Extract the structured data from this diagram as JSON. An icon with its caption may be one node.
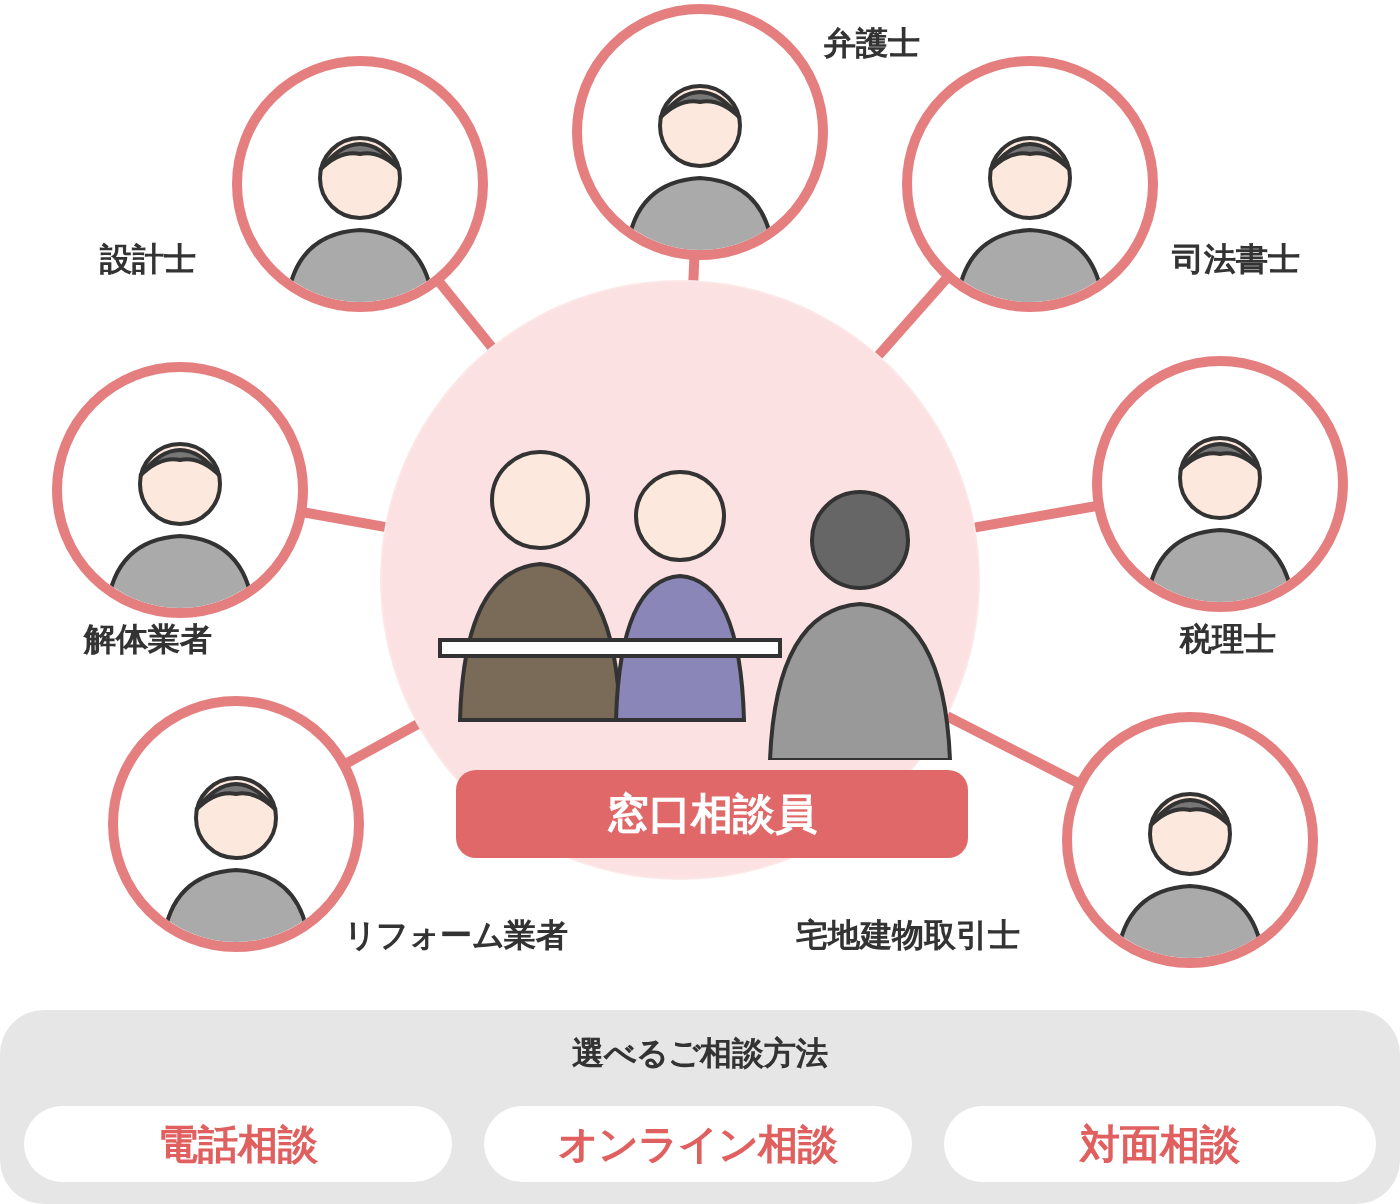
{
  "diagram": {
    "nodes": [
      {
        "text": [
          "窓口相談員"
        ]
      },
      {
        "text": [],
        "shape": "person",
        "beside": [
          "設計士"
        ]
      },
      {
        "text": [],
        "shape": "person",
        "beside": [
          "弁護士"
        ]
      },
      {
        "text": [],
        "shape": "person",
        "beside": [
          "司法書士"
        ]
      },
      {
        "text": [],
        "shape": "person",
        "beside": [
          "解体業者"
        ]
      },
      {
        "text": [],
        "shape": "person",
        "beside": [
          "税理士"
        ]
      },
      {
        "text": [],
        "shape": "person",
        "beside": [
          "リフォーム業者"
        ]
      },
      {
        "text": [],
        "shape": "person",
        "beside": [
          "宅地建物取引士"
        ]
      },
      {
        "text": [
          "選べるご相談方法"
        ]
      },
      {
        "text": [
          "電話相談"
        ],
        "in": 8
      },
      {
        "text": [
          "オンライン相談"
        ],
        "in": 8
      },
      {
        "text": [
          "対面相談"
        ],
        "in": 8
      }
    ],
    "edges": [
      {
        "from": 0,
        "to": 1,
        "arrow": "none"
      },
      {
        "from": 0,
        "to": 2,
        "arrow": "none"
      },
      {
        "from": 0,
        "to": 3,
        "arrow": "none"
      },
      {
        "from": 0,
        "to": 4,
        "arrow": "none"
      },
      {
        "from": 0,
        "to": 5,
        "arrow": "none"
      },
      {
        "from": 0,
        "to": 6,
        "arrow": "none"
      },
      {
        "from": 0,
        "to": 7,
        "arrow": "none"
      }
    ]
  }
}
